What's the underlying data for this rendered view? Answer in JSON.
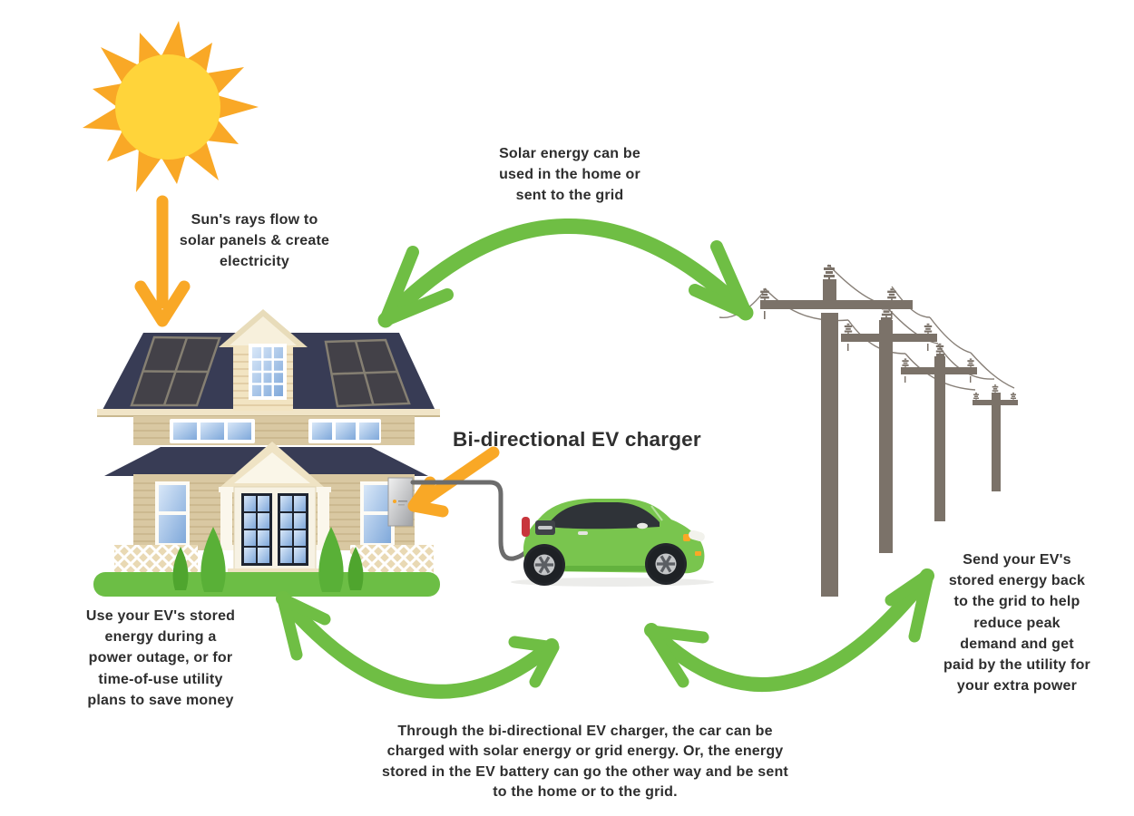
{
  "diagram": {
    "charger_label": "Bi-directional EV charger",
    "annotations": {
      "sun_note": {
        "lines": [
          "Sun's rays flow to",
          "solar panels & create",
          "electricity"
        ]
      },
      "solar_note": {
        "lines": [
          "Solar energy can be",
          "used in the home or",
          "sent to the grid"
        ]
      },
      "home_note": {
        "lines": [
          "Use your EV's stored",
          "energy during a",
          "power outage, or for",
          "time-of-use utility",
          "plans to save money"
        ]
      },
      "grid_note": {
        "lines": [
          "Send your EV's",
          "stored energy back",
          "to the grid to help",
          "reduce peak",
          "demand and get",
          "paid by the utility for",
          "your extra power"
        ]
      },
      "flow_note": {
        "lines": [
          "Through the bi-directional EV charger, the car can be",
          "charged with solar energy or grid energy. Or, the energy",
          "stored in the EV battery can go the other way and be sent",
          "to the home or to the grid."
        ]
      }
    },
    "colors": {
      "arrow_green": "#6FBE44",
      "arrow_orange": "#F9A826",
      "text": "#2E2E2E",
      "pole_brown": "#7B7269",
      "car_green": "#79C54E",
      "roof_navy": "#383C55",
      "siding_tan": "#D9C8A2",
      "sun_outer": "#F9A826",
      "sun_inner": "#FFD43A",
      "lawn_green": "#6CBE45"
    }
  }
}
